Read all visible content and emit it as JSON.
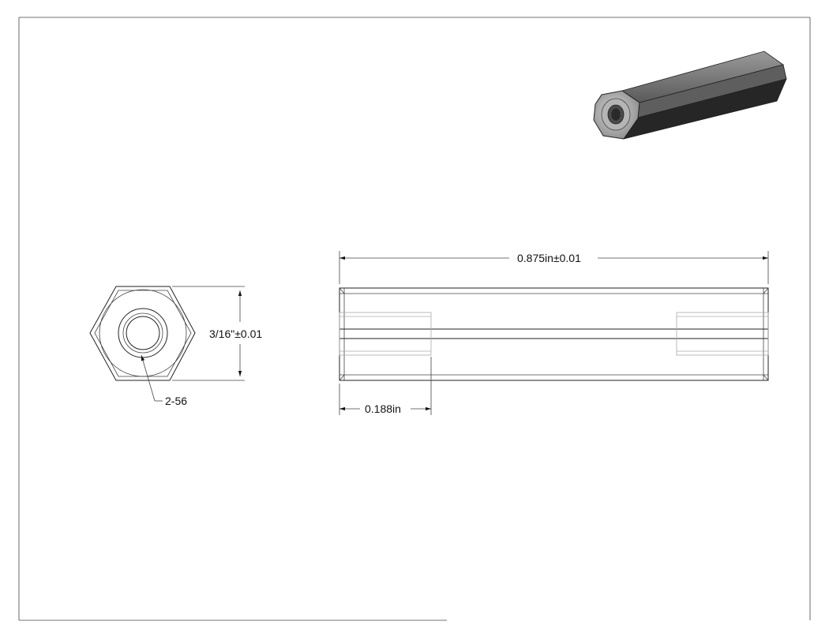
{
  "dimensions": {
    "overall_length": "0.875in±0.01",
    "hex_width": "3/16\"±0.01",
    "thread_depth": "0.188in",
    "thread_callout": "2-56"
  },
  "colors": {
    "line": "#222222",
    "hidden": "#aaaaaa",
    "body_dark": "#2a2a2a",
    "body_mid": "#555555",
    "body_light": "#8a8a8a"
  }
}
